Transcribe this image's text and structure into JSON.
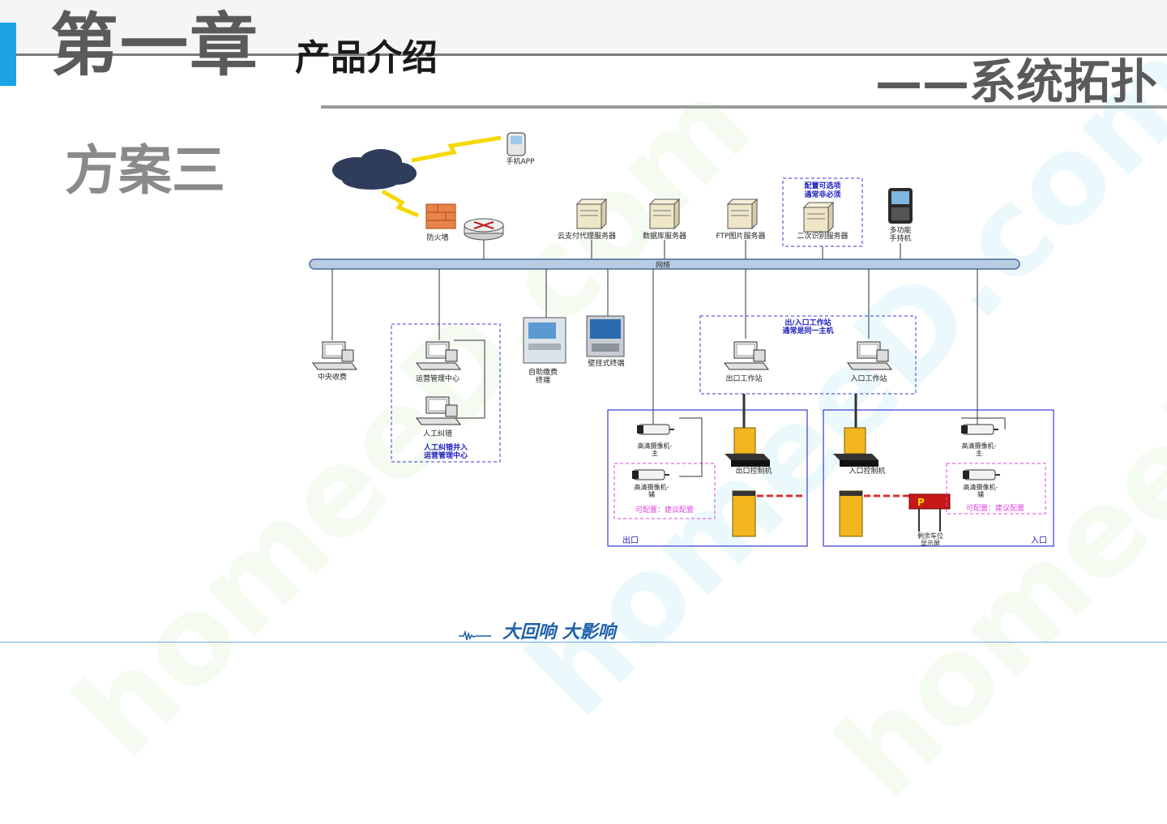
{
  "header": {
    "chapter": "第一章",
    "subtitle": "产品介绍",
    "section": "——系统拓扑"
  },
  "scheme": "方案三",
  "watermark": "homeeD.com",
  "diagram": {
    "top": {
      "mobile_app": "手机APP",
      "firewall": "防火墙",
      "payment_server": "云支付代理服务器",
      "db_server": "数据库服务器",
      "ftp_server": "FTP图片服务器",
      "optional_box_title_1": "配置可选项",
      "optional_box_title_2": "通常非必须",
      "secondary_server": "二次识别服务器",
      "handheld_1": "多功能",
      "handheld_2": "手持机",
      "network": "网络"
    },
    "middle": {
      "central_pc": "中央收费",
      "ops_center": "运营管理中心",
      "manual_correction": "人工纠错",
      "ops_group_1": "人工纠错并入",
      "ops_group_2": "运营管理中心",
      "kiosk_1": "自助缴费",
      "kiosk_2": "终端",
      "wall_terminal": "壁挂式终端",
      "station_group_1": "出/入口工作站",
      "station_group_2": "通常是同一主机",
      "exit_station": "出口工作站",
      "entry_station": "入口工作站"
    },
    "lanes": {
      "exit": {
        "area_label": "出口",
        "camera_main_1": "高清摄像机-",
        "camera_main_2": "主",
        "camera_aux_1": "高清摄像机-",
        "camera_aux_2": "辅",
        "controller": "出口控制机",
        "optional": "可配置：建议配置"
      },
      "entry": {
        "area_label": "入口",
        "camera_main_1": "高清摄像机-",
        "camera_main_2": "主",
        "camera_aux_1": "高清摄像机-",
        "camera_aux_2": "辅",
        "controller": "入口控制机",
        "optional": "可配置：建议配置",
        "display_1": "剩余车位",
        "display_2": "显示屏"
      }
    }
  },
  "footer": {
    "slogan": "大回响 大影响"
  },
  "colors": {
    "accent": "#1ba3e6",
    "bus": "#b8cce4",
    "group_border": "#3a3ad0",
    "optional_border": "#e040e0",
    "barrier": "#f2b71f",
    "slogan": "#1f5faa"
  }
}
